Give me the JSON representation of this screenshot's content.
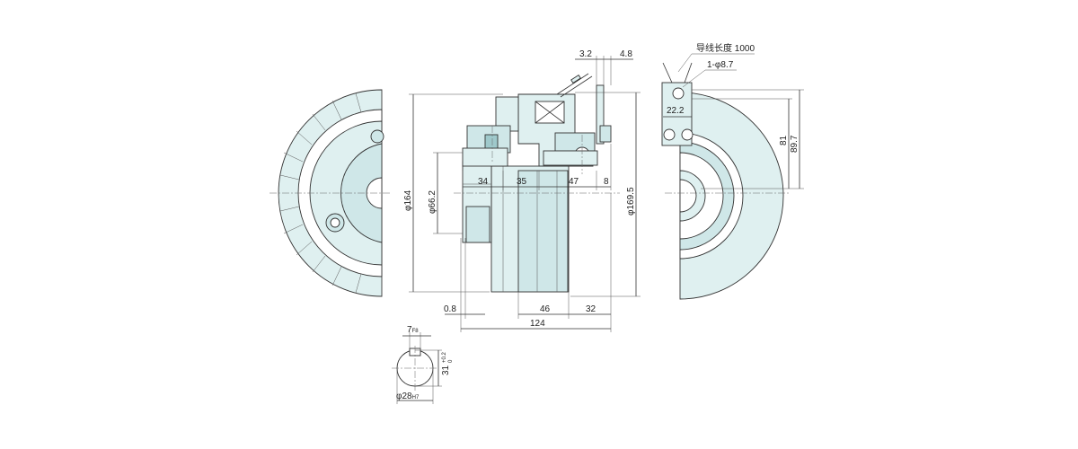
{
  "dimensions": {
    "d_3_2": "3.2",
    "d_4_8": "4.8",
    "d_34": "34",
    "d_35": "35",
    "d_47": "47",
    "d_8": "8",
    "d_phi164": "φ164",
    "d_phi66_2": "φ66.2",
    "d_phi169_5": "φ169.5",
    "d_0_8": "0.8",
    "d_46": "46",
    "d_32": "32",
    "d_124": "124",
    "d_7": "7",
    "d_7_tol": "F8",
    "d_31": "31",
    "d_31_tol_upper": "+0.2",
    "d_31_tol_lower": "0",
    "d_phi28": "φ28",
    "d_phi28_tol": "H7",
    "d_22_2": "22.2",
    "d_81": "81",
    "d_89_7": "89.7",
    "lead_label": "导线长度 1000",
    "hole_label": "1-φ8.7"
  }
}
